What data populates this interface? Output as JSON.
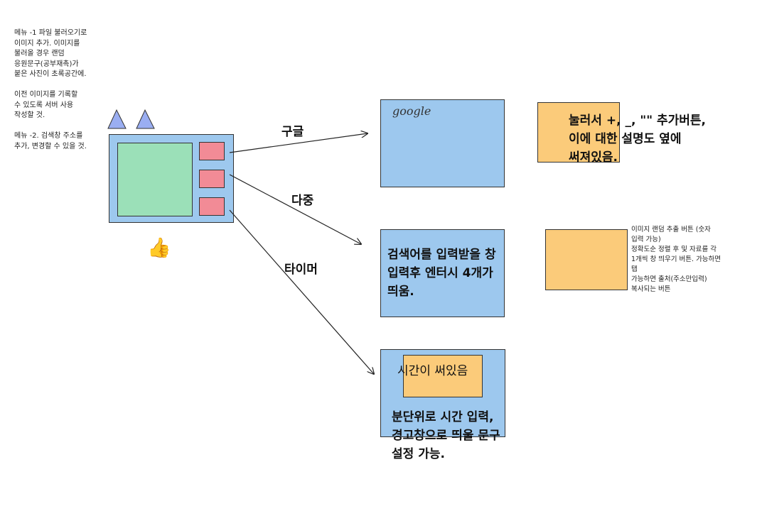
{
  "notes": {
    "menu_note": "메뉴 -1 파일 불러오기로\n이미지 추가. 이미지를\n불러올 경우 랜덤\n응원문구(공부재촉)가\n붙은 사진이 초록공간에.\n\n이전 이미지를 기록할\n수 있도록 서버 사용\n작성할 것.\n\n메뉴 -2. 검색창 주소를\n추가, 변경할 수 있을 것."
  },
  "connectors": {
    "google_label": "구글",
    "multi_label": "다중",
    "timer_label": "타이머"
  },
  "google_panel": {
    "logo_text": "google",
    "side_note": "눌러서 +, _, \"\" 추가버튼,\n이에 대한 설명도 옆에\n써져있음."
  },
  "multi_panel": {
    "main_text": "검색어를 입력받을 창\n입력후 엔터시 4개가\n띄움.",
    "side_note": "이미지 랜덤 추출 버튼 (숫자\n입력 가능)\n정확도순 정렬 후 및 자료를 각\n1개씩 창 띄우기 버튼. 가능하면\n탭\n가능하면 출처(주소만입력)\n복사되는 버튼"
  },
  "timer_panel": {
    "inner_label": "시간이 써있음",
    "desc": "분단위로 시간 입력,\n경고창으로 띄울 문구\n설정 가능."
  },
  "icons": {
    "thumbs": "👍"
  },
  "colors": {
    "panel_blue": "#9dc8ee",
    "sticky_orange": "#fbcb7a",
    "image_green": "#9be0b8",
    "button_pink": "#f28b96",
    "triangle_blue": "#9aaef2"
  }
}
